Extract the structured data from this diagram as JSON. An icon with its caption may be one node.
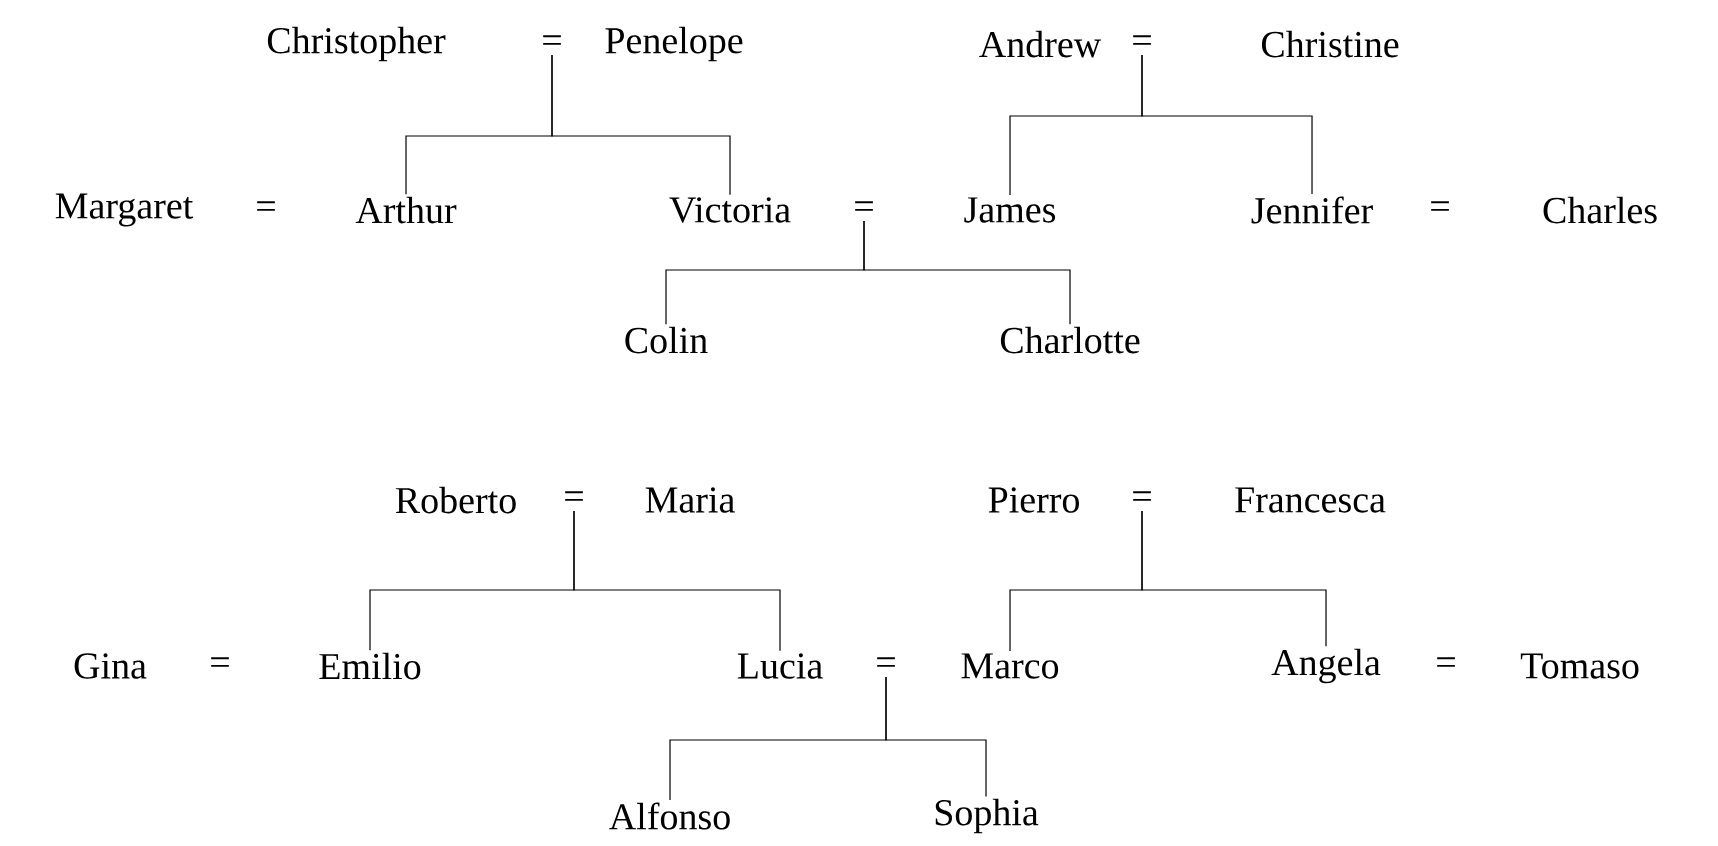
{
  "diagram": {
    "nodes": [
      {
        "text": [
          "Christopher"
        ]
      },
      {
        "text": [
          "="
        ]
      },
      {
        "text": [
          "Penelope"
        ]
      },
      {
        "text": [
          "Andrew"
        ]
      },
      {
        "text": [
          "="
        ]
      },
      {
        "text": [
          "Christine"
        ]
      },
      {
        "text": [
          "Margaret"
        ]
      },
      {
        "text": [
          "="
        ]
      },
      {
        "text": [
          "Arthur"
        ]
      },
      {
        "text": [
          "Victoria"
        ]
      },
      {
        "text": [
          "="
        ]
      },
      {
        "text": [
          "James"
        ]
      },
      {
        "text": [
          "Jennifer"
        ]
      },
      {
        "text": [
          "="
        ]
      },
      {
        "text": [
          "Charles"
        ]
      },
      {
        "text": [
          "Colin"
        ]
      },
      {
        "text": [
          "Charlotte"
        ]
      },
      {
        "text": [
          "Roberto"
        ]
      },
      {
        "text": [
          "="
        ]
      },
      {
        "text": [
          "Maria"
        ]
      },
      {
        "text": [
          "Pierro"
        ]
      },
      {
        "text": [
          "="
        ]
      },
      {
        "text": [
          "Francesca"
        ]
      },
      {
        "text": [
          "Gina"
        ]
      },
      {
        "text": [
          "="
        ]
      },
      {
        "text": [
          "Emilio"
        ]
      },
      {
        "text": [
          "Lucia"
        ]
      },
      {
        "text": [
          "="
        ]
      },
      {
        "text": [
          "Marco"
        ]
      },
      {
        "text": [
          "Angela"
        ]
      },
      {
        "text": [
          "="
        ]
      },
      {
        "text": [
          "Tomaso"
        ]
      },
      {
        "text": [
          "Alfonso"
        ]
      },
      {
        "text": [
          "Sophia"
        ]
      }
    ],
    "edges": [
      {
        "from": 1,
        "to": 8,
        "arrow": "none"
      },
      {
        "from": 1,
        "to": 9,
        "arrow": "none"
      },
      {
        "from": 4,
        "to": 11,
        "arrow": "none"
      },
      {
        "from": 4,
        "to": 12,
        "arrow": "none"
      },
      {
        "from": 10,
        "to": 15,
        "arrow": "none"
      },
      {
        "from": 10,
        "to": 16,
        "arrow": "none"
      },
      {
        "from": 18,
        "to": 25,
        "arrow": "none"
      },
      {
        "from": 18,
        "to": 26,
        "arrow": "none"
      },
      {
        "from": 21,
        "to": 28,
        "arrow": "none"
      },
      {
        "from": 21,
        "to": 29,
        "arrow": "none"
      },
      {
        "from": 27,
        "to": 32,
        "arrow": "none"
      },
      {
        "from": 27,
        "to": 33,
        "arrow": "none"
      }
    ]
  }
}
